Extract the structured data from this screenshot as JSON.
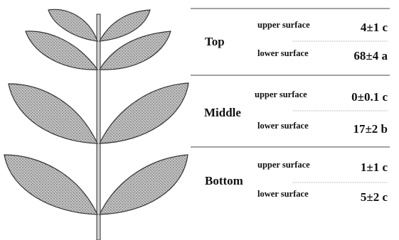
{
  "sections": [
    {
      "position": "Top",
      "upper": {
        "label": "upper surface",
        "value": "4±1 c"
      },
      "lower": {
        "label": "lower surface",
        "value": "68±4 a"
      }
    },
    {
      "position": "Middle",
      "upper": {
        "label": "upper surface",
        "value": "0±0.1 c"
      },
      "lower": {
        "label": "lower surface",
        "value": "17±2 b"
      }
    },
    {
      "position": "Bottom",
      "upper": {
        "label": "upper surface",
        "value": "1±1 c"
      },
      "lower": {
        "label": "lower surface",
        "value": "5±2 c"
      }
    }
  ],
  "colors": {
    "leaf_fill": "#bdbdbd",
    "leaf_outline": "#333333",
    "stem": "#cfcfcf",
    "text": "#111111"
  }
}
